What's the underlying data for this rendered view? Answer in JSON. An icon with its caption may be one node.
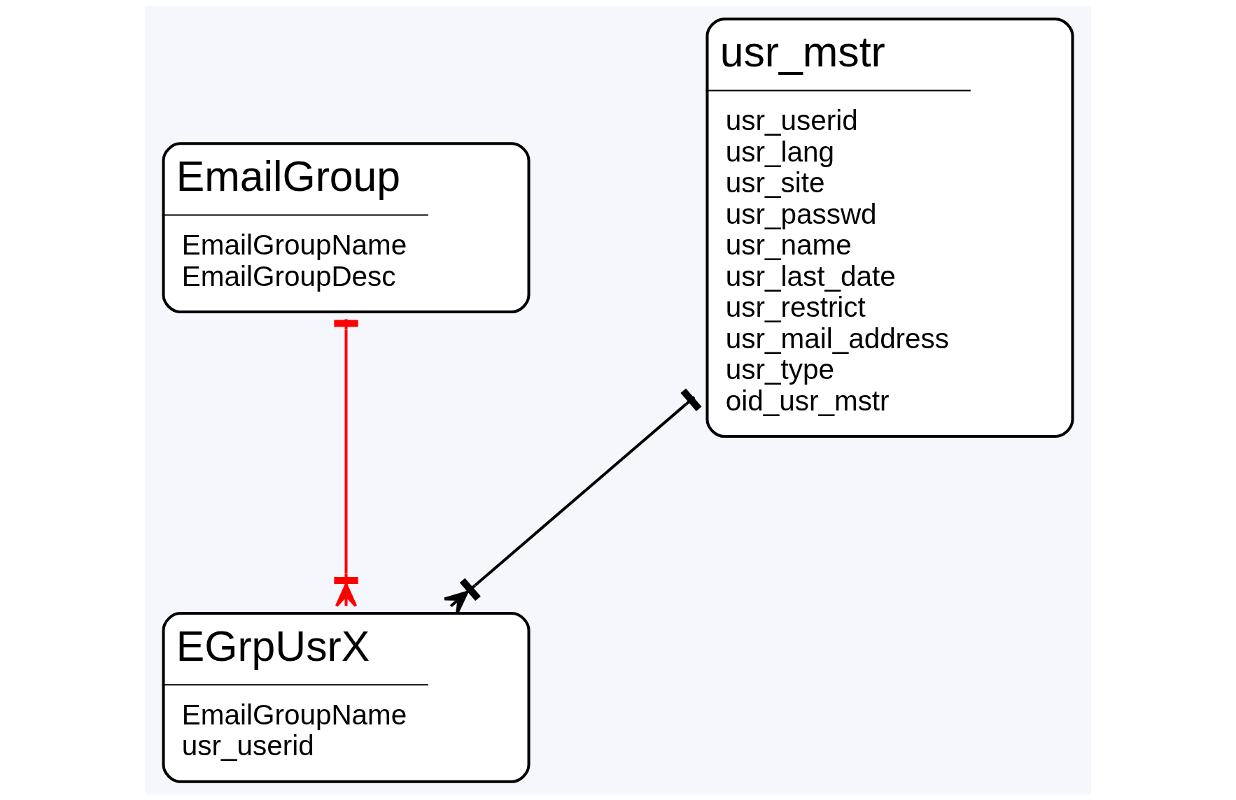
{
  "diagram": {
    "nodes": [
      {
        "text": [
          "EmailGroup",
          "EmailGroupName",
          "EmailGroupDesc"
        ]
      },
      {
        "text": [
          "usr_mstr",
          "usr_userid",
          "usr_lang",
          "usr_site",
          "usr_passwd",
          "usr_name",
          "usr_last_date",
          "usr_restrict",
          "usr_mail_address",
          "usr_type",
          "oid_usr_mstr"
        ]
      },
      {
        "text": [
          "EGrpUsrX",
          "EmailGroupName",
          "usr_userid"
        ]
      }
    ],
    "edges": [
      {
        "from": 0,
        "to": 2,
        "arrow": "other",
        "color": "#ff0000"
      },
      {
        "from": 1,
        "to": 2,
        "arrow": "other",
        "color": "#000000"
      }
    ]
  }
}
